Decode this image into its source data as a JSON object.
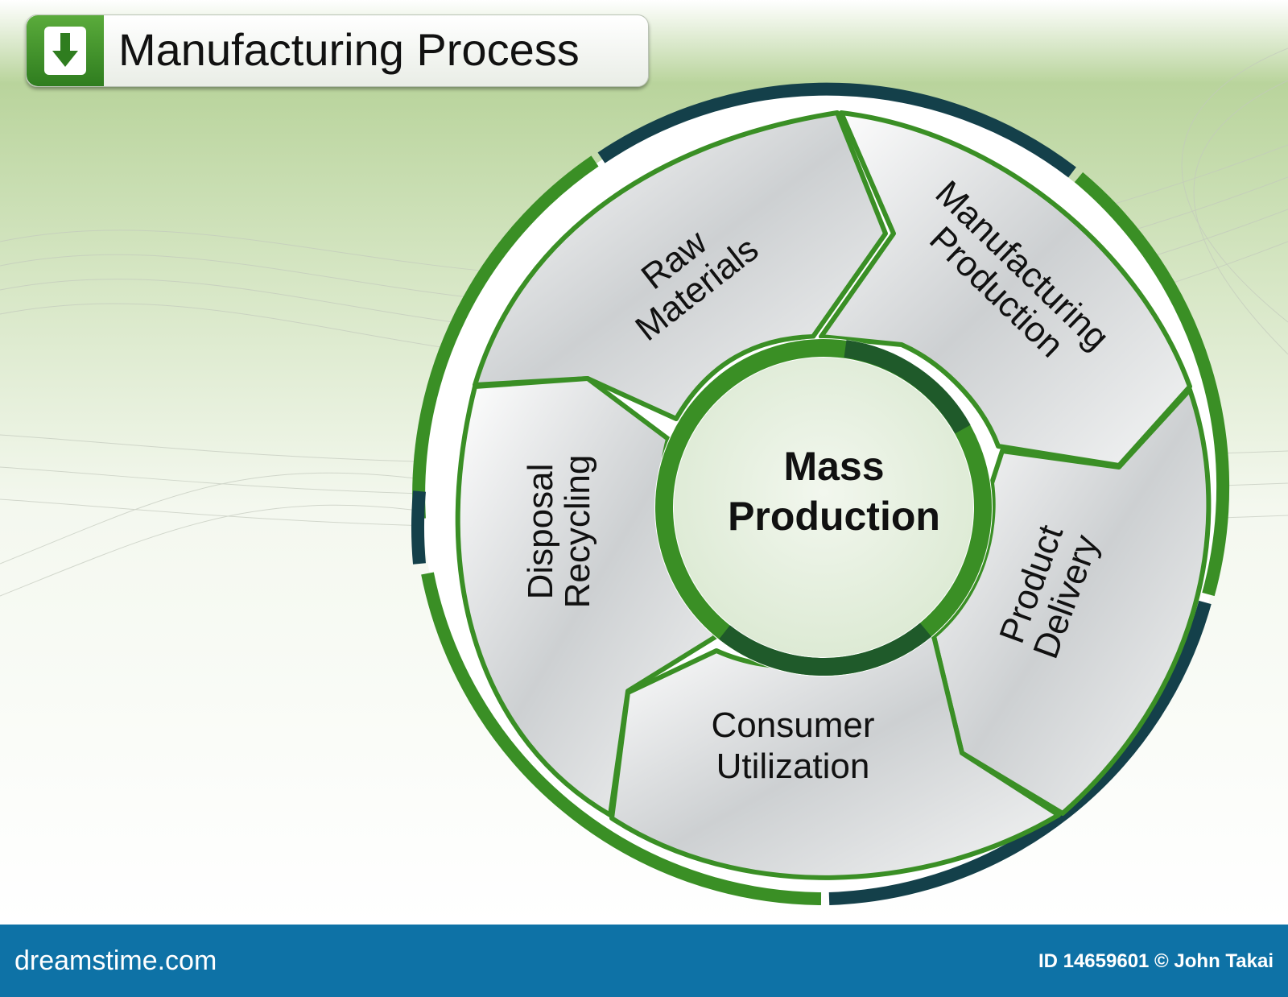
{
  "title": "Manufacturing Process",
  "icons": {
    "title": "arrow-down-icon"
  },
  "colors": {
    "accent_green": "#3a8f25",
    "dark_teal": "#14404a",
    "center_fill": "#e6f0df",
    "footer_blue": "#0e72a6"
  },
  "center": {
    "line1": "Mass",
    "line2": "Production"
  },
  "segments": [
    {
      "line1": "Raw",
      "line2": "Materials"
    },
    {
      "line1": "Manufacturing",
      "line2": "Production"
    },
    {
      "line1": "Product",
      "line2": "Delivery"
    },
    {
      "line1": "Consumer",
      "line2": "Utilization"
    },
    {
      "line1": "Disposal",
      "line2": "Recycling"
    }
  ],
  "footer": {
    "site": "dreamstime.com",
    "credit": "ID 14659601 © John Takai"
  }
}
